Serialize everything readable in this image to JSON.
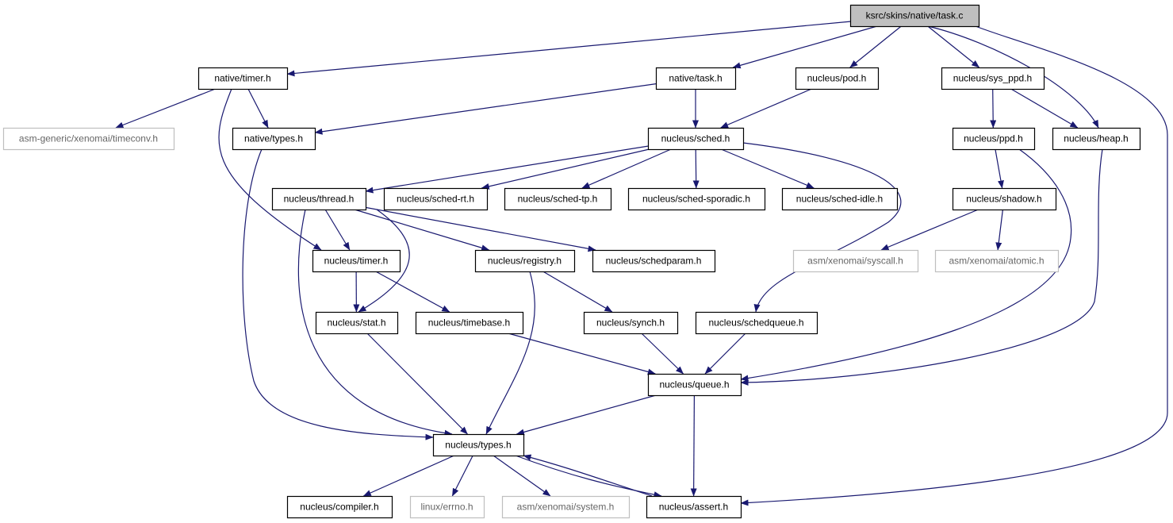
{
  "diagram": {
    "colors": {
      "edge": "#191970",
      "root_fill": "#bfbfbf",
      "node_border": "#000000",
      "external_border": "#bfbfbf",
      "external_text": "#666666",
      "text": "#000000"
    },
    "nodes": [
      {
        "id": "task_c",
        "label": "ksrc/skins/native/task.c",
        "style": "root"
      },
      {
        "id": "native_timer",
        "label": "native/timer.h",
        "style": "normal"
      },
      {
        "id": "native_task",
        "label": "native/task.h",
        "style": "normal"
      },
      {
        "id": "nucleus_pod",
        "label": "nucleus/pod.h",
        "style": "normal"
      },
      {
        "id": "nucleus_sys_ppd",
        "label": "nucleus/sys_ppd.h",
        "style": "normal"
      },
      {
        "id": "asm_generic_timeconv",
        "label": "asm-generic/xenomai/timeconv.h",
        "style": "external"
      },
      {
        "id": "native_types",
        "label": "native/types.h",
        "style": "normal"
      },
      {
        "id": "nucleus_sched",
        "label": "nucleus/sched.h",
        "style": "normal"
      },
      {
        "id": "nucleus_ppd",
        "label": "nucleus/ppd.h",
        "style": "normal"
      },
      {
        "id": "nucleus_heap",
        "label": "nucleus/heap.h",
        "style": "normal"
      },
      {
        "id": "nucleus_thread",
        "label": "nucleus/thread.h",
        "style": "normal"
      },
      {
        "id": "nucleus_sched_rt",
        "label": "nucleus/sched-rt.h",
        "style": "normal"
      },
      {
        "id": "nucleus_sched_tp",
        "label": "nucleus/sched-tp.h",
        "style": "normal"
      },
      {
        "id": "nucleus_sched_sporadic",
        "label": "nucleus/sched-sporadic.h",
        "style": "normal"
      },
      {
        "id": "nucleus_sched_idle",
        "label": "nucleus/sched-idle.h",
        "style": "normal"
      },
      {
        "id": "nucleus_shadow",
        "label": "nucleus/shadow.h",
        "style": "normal"
      },
      {
        "id": "nucleus_timer",
        "label": "nucleus/timer.h",
        "style": "normal"
      },
      {
        "id": "nucleus_registry",
        "label": "nucleus/registry.h",
        "style": "normal"
      },
      {
        "id": "nucleus_schedparam",
        "label": "nucleus/schedparam.h",
        "style": "normal"
      },
      {
        "id": "asm_syscall",
        "label": "asm/xenomai/syscall.h",
        "style": "external"
      },
      {
        "id": "asm_atomic",
        "label": "asm/xenomai/atomic.h",
        "style": "external"
      },
      {
        "id": "nucleus_stat",
        "label": "nucleus/stat.h",
        "style": "normal"
      },
      {
        "id": "nucleus_timebase",
        "label": "nucleus/timebase.h",
        "style": "normal"
      },
      {
        "id": "nucleus_synch",
        "label": "nucleus/synch.h",
        "style": "normal"
      },
      {
        "id": "nucleus_schedqueue",
        "label": "nucleus/schedqueue.h",
        "style": "normal"
      },
      {
        "id": "nucleus_queue",
        "label": "nucleus/queue.h",
        "style": "normal"
      },
      {
        "id": "nucleus_types",
        "label": "nucleus/types.h",
        "style": "normal"
      },
      {
        "id": "nucleus_compiler",
        "label": "nucleus/compiler.h",
        "style": "normal"
      },
      {
        "id": "linux_errno",
        "label": "linux/errno.h",
        "style": "external"
      },
      {
        "id": "asm_system",
        "label": "asm/xenomai/system.h",
        "style": "external"
      },
      {
        "id": "nucleus_assert",
        "label": "nucleus/assert.h",
        "style": "normal"
      }
    ],
    "edges": [
      {
        "from": "task_c",
        "to": "native_timer"
      },
      {
        "from": "task_c",
        "to": "native_task"
      },
      {
        "from": "task_c",
        "to": "nucleus_pod"
      },
      {
        "from": "task_c",
        "to": "nucleus_sys_ppd"
      },
      {
        "from": "task_c",
        "to": "nucleus_heap"
      },
      {
        "from": "task_c",
        "to": "nucleus_assert"
      },
      {
        "from": "native_timer",
        "to": "asm_generic_timeconv"
      },
      {
        "from": "native_timer",
        "to": "native_types"
      },
      {
        "from": "native_timer",
        "to": "nucleus_timer"
      },
      {
        "from": "native_task",
        "to": "native_types"
      },
      {
        "from": "native_task",
        "to": "nucleus_sched"
      },
      {
        "from": "nucleus_pod",
        "to": "nucleus_sched"
      },
      {
        "from": "nucleus_sys_ppd",
        "to": "nucleus_ppd"
      },
      {
        "from": "nucleus_sys_ppd",
        "to": "nucleus_heap"
      },
      {
        "from": "native_types",
        "to": "nucleus_types"
      },
      {
        "from": "nucleus_sched",
        "to": "nucleus_thread"
      },
      {
        "from": "nucleus_sched",
        "to": "nucleus_sched_rt"
      },
      {
        "from": "nucleus_sched",
        "to": "nucleus_sched_tp"
      },
      {
        "from": "nucleus_sched",
        "to": "nucleus_sched_sporadic"
      },
      {
        "from": "nucleus_sched",
        "to": "nucleus_sched_idle"
      },
      {
        "from": "nucleus_sched",
        "to": "nucleus_schedqueue"
      },
      {
        "from": "nucleus_ppd",
        "to": "nucleus_shadow"
      },
      {
        "from": "nucleus_ppd",
        "to": "nucleus_queue"
      },
      {
        "from": "nucleus_heap",
        "to": "nucleus_queue"
      },
      {
        "from": "nucleus_thread",
        "to": "nucleus_timer"
      },
      {
        "from": "nucleus_thread",
        "to": "nucleus_registry"
      },
      {
        "from": "nucleus_thread",
        "to": "nucleus_schedparam"
      },
      {
        "from": "nucleus_thread",
        "to": "nucleus_stat"
      },
      {
        "from": "nucleus_thread",
        "to": "nucleus_types"
      },
      {
        "from": "nucleus_shadow",
        "to": "asm_syscall"
      },
      {
        "from": "nucleus_shadow",
        "to": "asm_atomic"
      },
      {
        "from": "nucleus_timer",
        "to": "nucleus_stat"
      },
      {
        "from": "nucleus_timer",
        "to": "nucleus_timebase"
      },
      {
        "from": "nucleus_registry",
        "to": "nucleus_synch"
      },
      {
        "from": "nucleus_registry",
        "to": "nucleus_types"
      },
      {
        "from": "nucleus_stat",
        "to": "nucleus_types"
      },
      {
        "from": "nucleus_timebase",
        "to": "nucleus_queue"
      },
      {
        "from": "nucleus_synch",
        "to": "nucleus_queue"
      },
      {
        "from": "nucleus_schedqueue",
        "to": "nucleus_queue"
      },
      {
        "from": "nucleus_queue",
        "to": "nucleus_types"
      },
      {
        "from": "nucleus_queue",
        "to": "nucleus_assert"
      },
      {
        "from": "nucleus_types",
        "to": "nucleus_compiler"
      },
      {
        "from": "nucleus_types",
        "to": "linux_errno"
      },
      {
        "from": "nucleus_types",
        "to": "asm_system"
      },
      {
        "from": "nucleus_types",
        "to": "nucleus_assert"
      },
      {
        "from": "nucleus_assert",
        "to": "nucleus_types"
      }
    ]
  }
}
